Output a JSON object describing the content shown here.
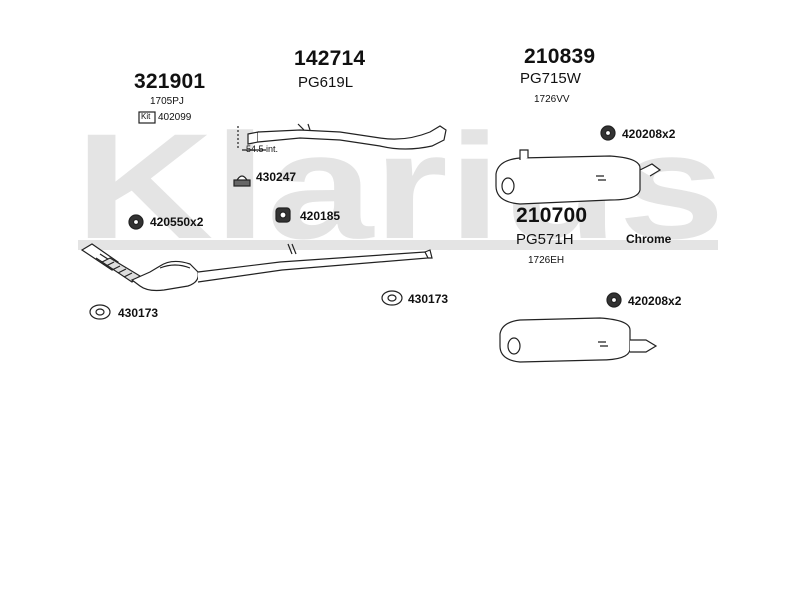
{
  "watermark": {
    "text": "Klarius",
    "color": "#e6e6e6"
  },
  "parts": {
    "front_pipe": {
      "number": "321901",
      "code": "1705PJ",
      "kit_badge": "Kit",
      "kit_code": "402099"
    },
    "center_pipe": {
      "number": "142714",
      "code": "PG619L",
      "dimension": "54.5 int."
    },
    "rear_box_upper": {
      "number": "210839",
      "code": "PG715W",
      "ref": "1726VV"
    },
    "rear_box_lower": {
      "number": "210700",
      "code": "PG571H",
      "ref": "1726EH",
      "finish": "Chrome"
    }
  },
  "fittings": {
    "f430247": "430247",
    "f420185": "420185",
    "f420550": "420550x2",
    "f430173_left": "430173",
    "f430173_mid": "430173",
    "f420208_upper": "420208x2",
    "f420208_lower": "420208x2"
  }
}
